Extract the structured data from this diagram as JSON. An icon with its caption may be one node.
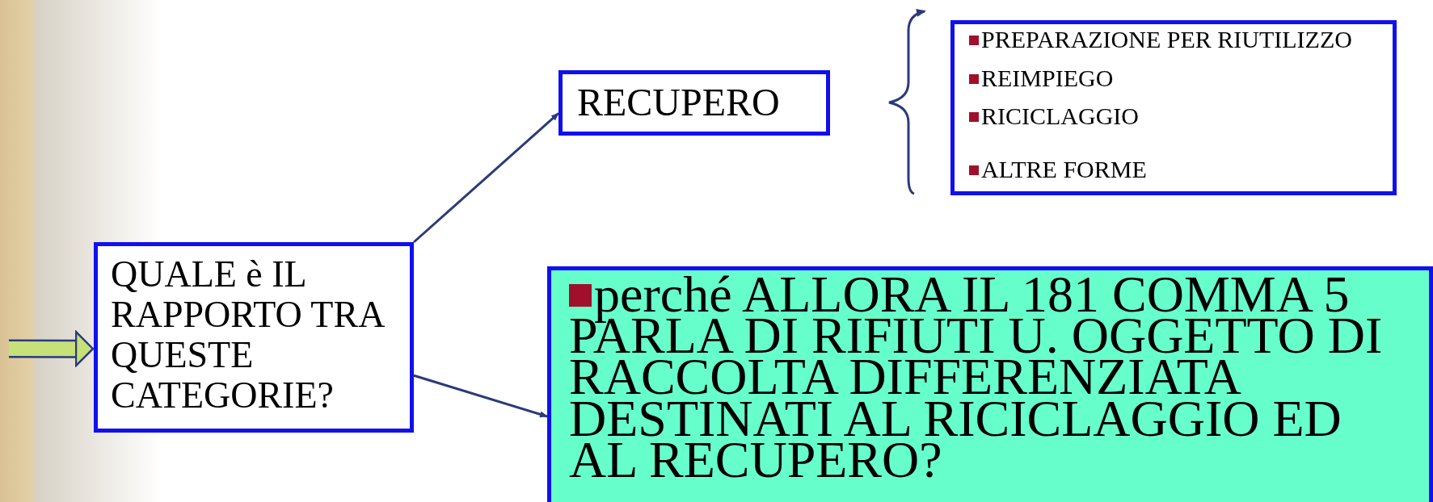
{
  "diagram": {
    "nodes": [
      {
        "text": [
          "QUALE è IL RAPPORTO TRA QUESTE CATEGORIE?"
        ]
      },
      {
        "text": [
          "RECUPERO"
        ]
      },
      {
        "text": [
          "PREPARAZIONE PER RIUTILIZZO",
          "REIMPIEGO",
          "RICICLAGGIO",
          "ALTRE FORME"
        ]
      },
      {
        "text": [
          "perché ALLORA IL 181 COMMA 5 PARLA DI RIFIUTI U. OGGETTO DI RACCOLTA DIFFERENZIATA DESTINATI AL RICICLAGGIO ED AL RECUPERO?"
        ]
      }
    ],
    "edges": [
      {
        "from": null,
        "to": 0,
        "arrow": "to",
        "style": "thick",
        "color": "#c6e07a"
      },
      {
        "from": 0,
        "to": 1,
        "arrow": "to"
      },
      {
        "from": 0,
        "to": 3,
        "arrow": "to"
      }
    ]
  }
}
